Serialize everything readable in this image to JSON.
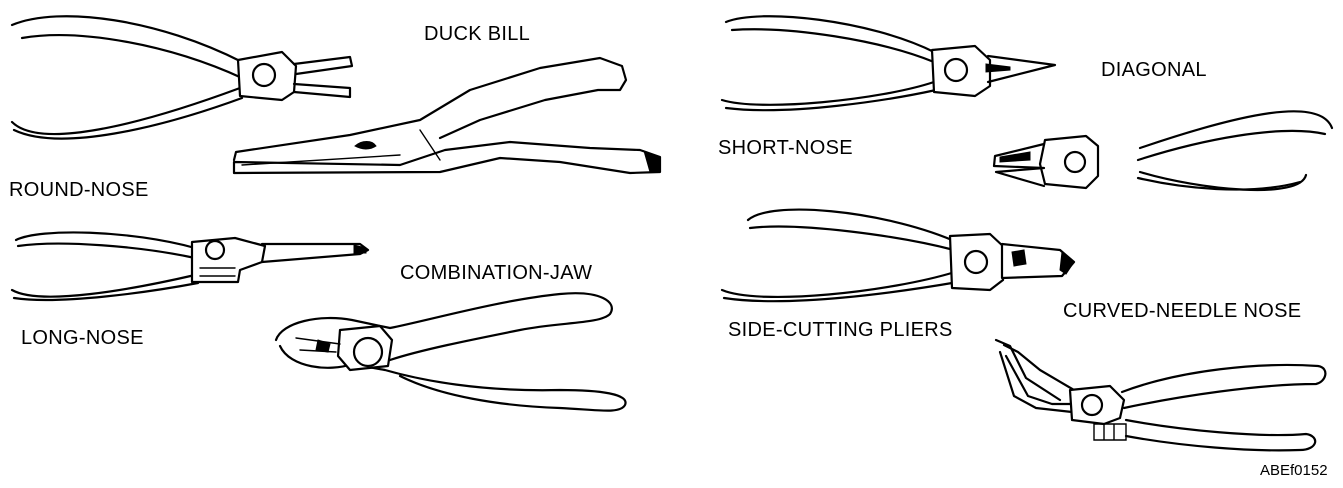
{
  "labels": {
    "round_nose": "ROUND-NOSE",
    "duck_bill": "DUCK BILL",
    "long_nose": "LONG-NOSE",
    "combination_jaw": "COMBINATION-JAW",
    "short_nose": "SHORT-NOSE",
    "diagonal": "DIAGONAL",
    "side_cutting": "SIDE-CUTTING PLIERS",
    "curved_needle_nose": "CURVED-NEEDLE NOSE"
  },
  "figure_id": "ABEf0152"
}
